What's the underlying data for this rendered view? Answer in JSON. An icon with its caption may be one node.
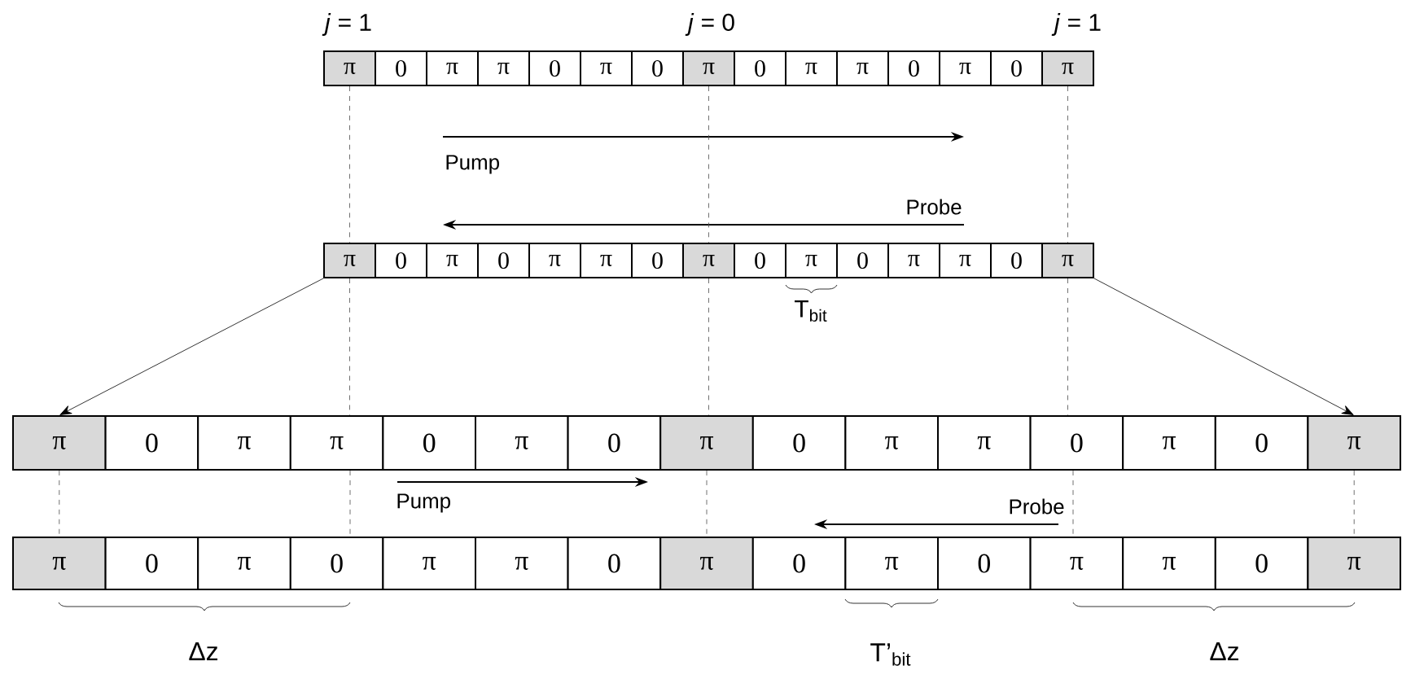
{
  "diagram": {
    "nodes": [
      {
        "text": [
          "π"
        ]
      },
      {
        "text": [
          "0"
        ]
      },
      {
        "text": [
          "π"
        ]
      },
      {
        "text": [
          "π"
        ]
      },
      {
        "text": [
          "0"
        ]
      },
      {
        "text": [
          "π"
        ]
      },
      {
        "text": [
          "0"
        ]
      },
      {
        "text": [
          "π"
        ]
      },
      {
        "text": [
          "0"
        ]
      },
      {
        "text": [
          "π"
        ]
      },
      {
        "text": [
          "π"
        ]
      },
      {
        "text": [
          "0"
        ]
      },
      {
        "text": [
          "π"
        ]
      },
      {
        "text": [
          "0"
        ]
      },
      {
        "text": [
          "π"
        ]
      },
      {
        "text": [
          "π"
        ]
      },
      {
        "text": [
          "0"
        ]
      },
      {
        "text": [
          "π"
        ]
      },
      {
        "text": [
          "0"
        ]
      },
      {
        "text": [
          "π"
        ]
      },
      {
        "text": [
          "π"
        ]
      },
      {
        "text": [
          "0"
        ]
      },
      {
        "text": [
          "π"
        ]
      },
      {
        "text": [
          "0"
        ]
      },
      {
        "text": [
          "π"
        ]
      },
      {
        "text": [
          "0"
        ]
      },
      {
        "text": [
          "π"
        ]
      },
      {
        "text": [
          "π"
        ]
      },
      {
        "text": [
          "0"
        ]
      },
      {
        "text": [
          "π"
        ]
      },
      {
        "text": [
          "π"
        ]
      },
      {
        "text": [
          "0"
        ]
      },
      {
        "text": [
          "π"
        ]
      },
      {
        "text": [
          "π"
        ]
      },
      {
        "text": [
          "0"
        ]
      },
      {
        "text": [
          "π"
        ]
      },
      {
        "text": [
          "0"
        ]
      },
      {
        "text": [
          "π"
        ]
      },
      {
        "text": [
          "0"
        ]
      },
      {
        "text": [
          "π"
        ]
      },
      {
        "text": [
          "π"
        ]
      },
      {
        "text": [
          "0"
        ]
      },
      {
        "text": [
          "π"
        ]
      },
      {
        "text": [
          "0"
        ]
      },
      {
        "text": [
          "π"
        ]
      },
      {
        "text": [
          "π"
        ]
      },
      {
        "text": [
          "0"
        ]
      },
      {
        "text": [
          "π"
        ]
      },
      {
        "text": [
          "0"
        ]
      },
      {
        "text": [
          "π"
        ]
      },
      {
        "text": [
          "π"
        ]
      },
      {
        "text": [
          "0"
        ]
      },
      {
        "text": [
          "π"
        ]
      },
      {
        "text": [
          "0"
        ]
      },
      {
        "text": [
          "π"
        ]
      },
      {
        "text": [
          "0"
        ]
      },
      {
        "text": [
          "π"
        ]
      },
      {
        "text": [
          "π"
        ]
      },
      {
        "text": [
          "0"
        ]
      },
      {
        "text": [
          "π"
        ]
      }
    ],
    "edges": [
      {
        "from": 15,
        "to": 30,
        "arrow": "to"
      },
      {
        "from": 29,
        "to": 44,
        "arrow": "to"
      },
      {
        "from": 0,
        "to": 15,
        "arrow": "none",
        "style": "dashed"
      },
      {
        "from": 15,
        "to": 33,
        "arrow": "none",
        "style": "dashed"
      },
      {
        "from": 33,
        "to": 48,
        "arrow": "none",
        "style": "dashed"
      },
      {
        "from": 7,
        "to": 22,
        "arrow": "none",
        "style": "dashed"
      },
      {
        "from": 22,
        "to": 37,
        "arrow": "none",
        "style": "dashed"
      },
      {
        "from": 37,
        "to": 52,
        "arrow": "none",
        "style": "dashed"
      },
      {
        "from": 14,
        "to": 29,
        "arrow": "none",
        "style": "dashed"
      },
      {
        "from": 29,
        "to": 41,
        "arrow": "none",
        "style": "dashed"
      },
      {
        "from": 41,
        "to": 56,
        "arrow": "none",
        "style": "dashed"
      },
      {
        "from": 30,
        "to": 45,
        "arrow": "none",
        "style": "dashed"
      },
      {
        "from": 44,
        "to": 59,
        "arrow": "none",
        "style": "dashed"
      }
    ],
    "labels": [
      "*j* = 1",
      "*j* = 0",
      "*j* = 1",
      "Pump",
      "Probe",
      "T$_{bit}$",
      "Pump",
      "Probe",
      "Δz",
      "T’$_{bit}$",
      "Δz"
    ]
  }
}
